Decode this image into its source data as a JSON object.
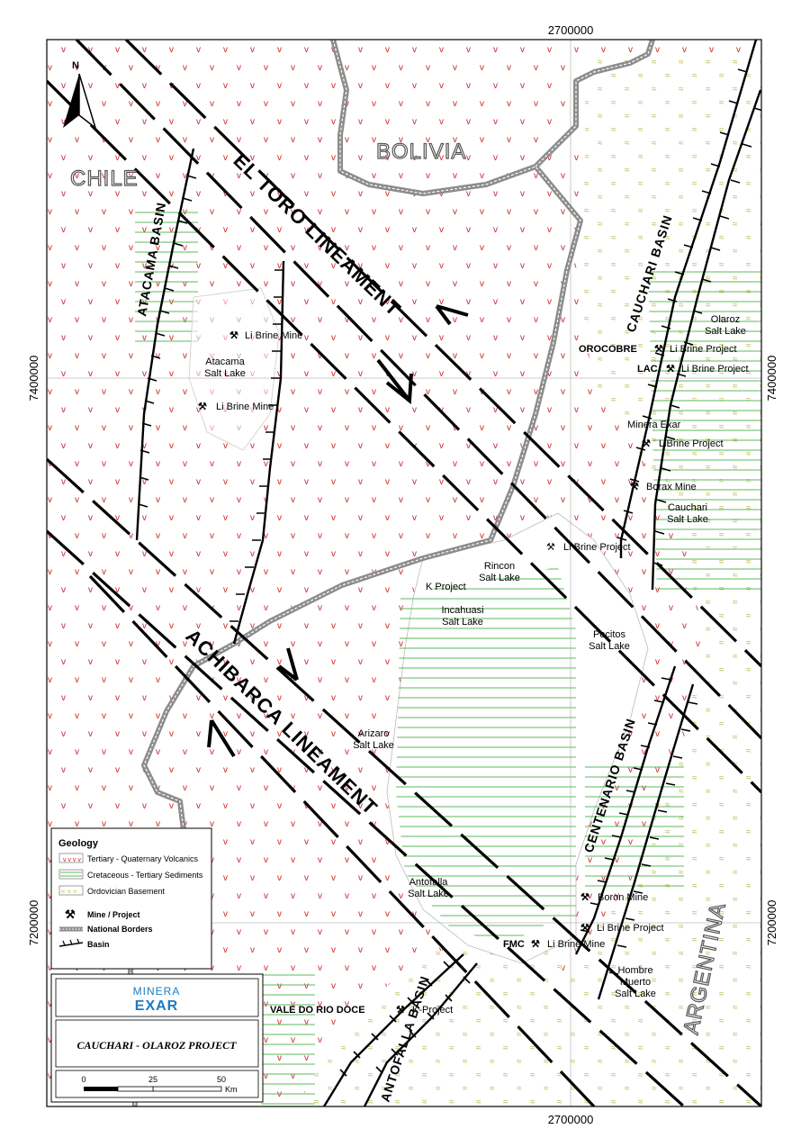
{
  "north_arrow": "N",
  "grid": {
    "top_x_label": "2700000",
    "bottom_x_label": "2700000",
    "left_y_upper": "7400000",
    "left_y_lower": "7200000",
    "right_y_upper": "7400000",
    "right_y_lower": "7200000"
  },
  "countries": {
    "chile": "CHILE",
    "bolivia": "BOLIVIA",
    "argentina": "ARGENTINA"
  },
  "lineaments": {
    "el_toro": "EL TORO LINEAMENT",
    "achibarca": "ACHIBARCA LINEAMENT"
  },
  "basins": {
    "atacama": "ATACAMA BASIN",
    "cauchari": "CAUCHARI BASIN",
    "centenario": "CENTENARIO BASIN",
    "antofalla": "ANTOFALLA BASIN"
  },
  "salt_lakes": {
    "atacama": [
      "Atacama",
      "Salt Lake"
    ],
    "olaroz": [
      "Olaroz",
      "Salt Lake"
    ],
    "cauchari": [
      "Cauchari",
      "Salt Lake"
    ],
    "rincon": [
      "Rincon",
      "Salt Lake"
    ],
    "incahuasi": [
      "Incahuasi",
      "Salt Lake"
    ],
    "pocitos": [
      "Pocitos",
      "Salt Lake"
    ],
    "arizaro": [
      "Arizaro",
      "Salt Lake"
    ],
    "antofalla": [
      "Antofalla",
      "Salt Lake"
    ],
    "hombre_muerto": [
      "Hombre",
      "Muerto",
      "Salt Lake"
    ]
  },
  "mines": {
    "li_brine_mine_1": "Li Brine Mine",
    "li_brine_mine_2": "Li Brine Mine",
    "orocobre_name": "OROCOBRE",
    "orocobre_project": "Li Brine Project",
    "lac_name": "LAC",
    "lac_project": "Li Brine Project",
    "minera_exar_name": "Minera Exar",
    "minera_exar_project": "LiBrine Project",
    "borax_mine": "Borax Mine",
    "rincon_project": "Li Brine Project",
    "k_project_rincon": "K Project",
    "boron_mine": "Boron Mine",
    "hm_li_project": "Li Brine Project",
    "fmc_name": "FMC",
    "fmc_mine": "Li Brine Mine",
    "vale_name": "VALE DO RIO DOCE",
    "vale_project": "K-Project"
  },
  "legend": {
    "title": "Geology",
    "items": [
      "Tertiary - Quaternary Volcanics",
      "Cretaceous - Tertiary Sediments",
      "Ordovician Basement"
    ],
    "mine_label": "Mine / Project",
    "border_label": "National Borders",
    "basin_label": "Basin"
  },
  "title_block": {
    "logo_top": "MINERA",
    "logo_bottom": "EXAR",
    "project": "CAUCHARI - OLAROZ PROJECT"
  },
  "scale_bar": {
    "ticks": [
      "0",
      "25",
      "50"
    ],
    "unit": "Km"
  },
  "colors": {
    "volcanics": "#cc2222",
    "sediments": "#5cb85c",
    "basement": "#c9c94a",
    "border": "#8c8c8c",
    "logo_blue": "#1a7cc1"
  }
}
